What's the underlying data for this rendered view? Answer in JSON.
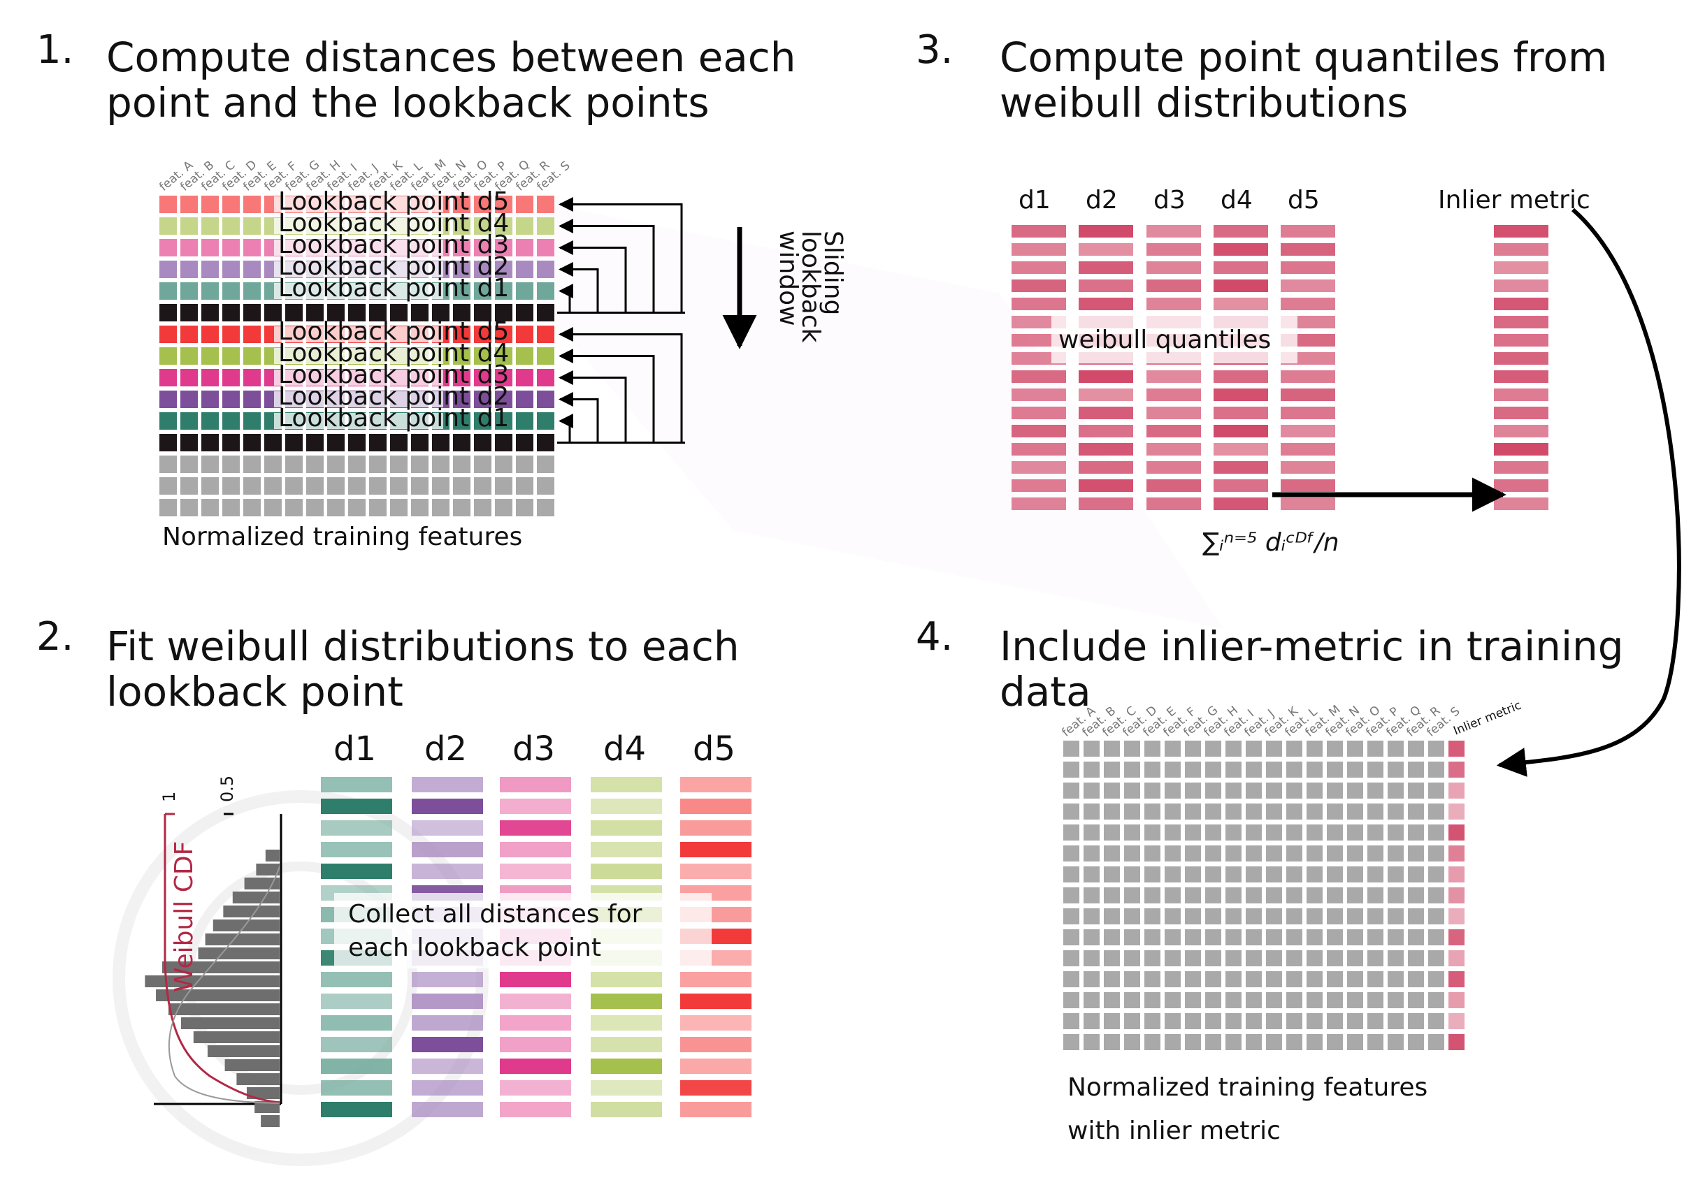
{
  "step1": {
    "number": "1.",
    "title_line1": "Compute distances between each",
    "title_line2": "point and the lookback points",
    "feature_headers": [
      "feat. A",
      "feat. B",
      "feat. C",
      "feat. D",
      "feat. E",
      "feat. F",
      "feat. G",
      "feat. H",
      "feat. I",
      "feat. J",
      "feat. K",
      "feat. L",
      "feat. M",
      "feat. N",
      "feat. O",
      "feat. P",
      "feat. Q",
      "feat. R",
      "feat. S"
    ],
    "lookback_labels": [
      "Lookback point d5",
      "Lookback point d4",
      "Lookback point d3",
      "Lookback point d2",
      "Lookback point d1"
    ],
    "sliding_label": [
      "Sliding",
      "lookback",
      "window"
    ],
    "caption": "Normalized training features"
  },
  "step2": {
    "number": "2.",
    "title_line1": "Fit weibull distributions to each",
    "title_line2": "lookback point",
    "columns": [
      "d1",
      "d2",
      "d3",
      "d4",
      "d5"
    ],
    "cdf_label": "Weibull CDF",
    "tick_labels": [
      "1",
      "0.5"
    ],
    "overlay_line1": "Collect all distances for",
    "overlay_line2": "each lookback point"
  },
  "step3": {
    "number": "3.",
    "title_line1": "Compute point quantiles from",
    "title_line2": "weibull distributions",
    "columns": [
      "d1",
      "d2",
      "d3",
      "d4",
      "d5"
    ],
    "inlier_label": "Inlier metric",
    "overlay": "weibull quantiles",
    "formula": "∑ᵢⁿ⁼⁵ dᵢᶜᴰᶠ/n"
  },
  "step4": {
    "number": "4.",
    "title_line1": "Include inlier-metric in training",
    "title_line2": "data",
    "feature_headers": [
      "feat. A",
      "feat. B",
      "feat. C",
      "feat. D",
      "feat. E",
      "feat. F",
      "feat. G",
      "feat. H",
      "feat. I",
      "feat. J",
      "feat. K",
      "feat. L",
      "feat. M",
      "feat. N",
      "feat. O",
      "feat. P",
      "feat. Q",
      "feat. R",
      "feat. S"
    ],
    "extra_header": "Inlier metric",
    "caption_line1": "Normalized training features",
    "caption_line2": "with inlier metric"
  },
  "colors": {
    "d5": "#f87878",
    "d4": "#c5d68a",
    "d3": "#ec80b3",
    "d2": "#a98ac0",
    "d1": "#6fa89a",
    "d5_strong": "#f23a3a",
    "d4_strong": "#a5c04c",
    "d3_strong": "#e03a8c",
    "d2_strong": "#7d4f9a",
    "d1_strong": "#2f7e6b",
    "dark": "#1c1618",
    "gray": "#a9a9a9",
    "quantile": "#d14a6a",
    "formula_arrow": "#000000"
  }
}
